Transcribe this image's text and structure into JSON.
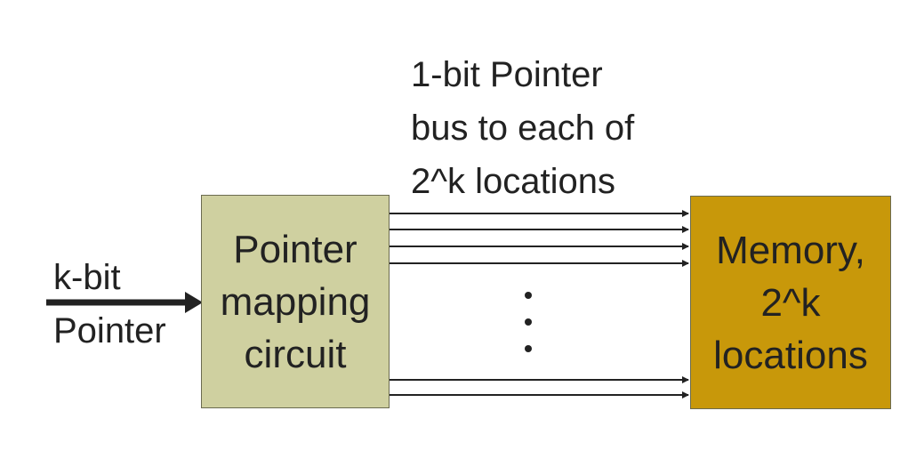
{
  "input_label": {
    "line1": "k-bit",
    "line2": "Pointer"
  },
  "mapper": {
    "line1": "Pointer",
    "line2": "mapping",
    "line3": "circuit",
    "fill": "#cfd0a0"
  },
  "bus_label": {
    "line1": "1-bit Pointer",
    "line2": "bus to each of",
    "line3": "2^k locations"
  },
  "memory": {
    "line1": "Memory,",
    "line2": "2^k",
    "line3": "locations",
    "fill": "#c8980a"
  },
  "colors": {
    "text": "#222222",
    "arrow": "#222222"
  }
}
